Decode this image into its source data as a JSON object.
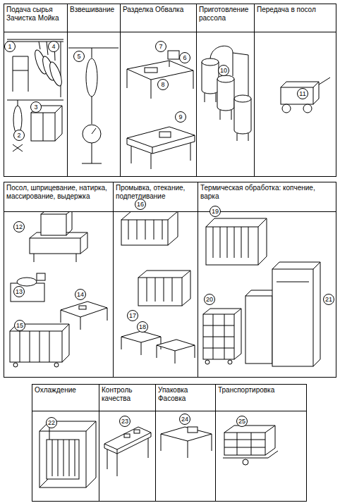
{
  "diagram": {
    "nodes": [
      {
        "text": [
          "Подача сырья Зачистка Мойка"
        ]
      },
      {
        "text": [
          "Взвешивание"
        ]
      },
      {
        "text": [
          "Разделка Обвалка"
        ]
      },
      {
        "text": [
          "Приготовление рассола"
        ]
      },
      {
        "text": [
          "Передача в посол"
        ]
      },
      {
        "text": [
          "Посол, шприцевание, натирка, массирование, выдержка"
        ]
      },
      {
        "text": [
          "Промывка, отекание, подпетливание"
        ]
      },
      {
        "text": [
          "Термическая обработка: копчение, варка"
        ]
      },
      {
        "text": [
          "Охлаждение"
        ]
      },
      {
        "text": [
          "Контроль качества"
        ]
      },
      {
        "text": [
          "Упаковка Фасовка"
        ]
      },
      {
        "text": [
          "Транспортировка"
        ]
      }
    ],
    "labels": [
      "1",
      "4",
      "3",
      "2",
      "5",
      "7",
      "6",
      "8",
      "9",
      "10",
      "11",
      "12",
      "13",
      "14",
      "15",
      "16",
      "17",
      "18",
      "19",
      "20",
      "21",
      "22",
      "23",
      "24",
      "25"
    ]
  }
}
